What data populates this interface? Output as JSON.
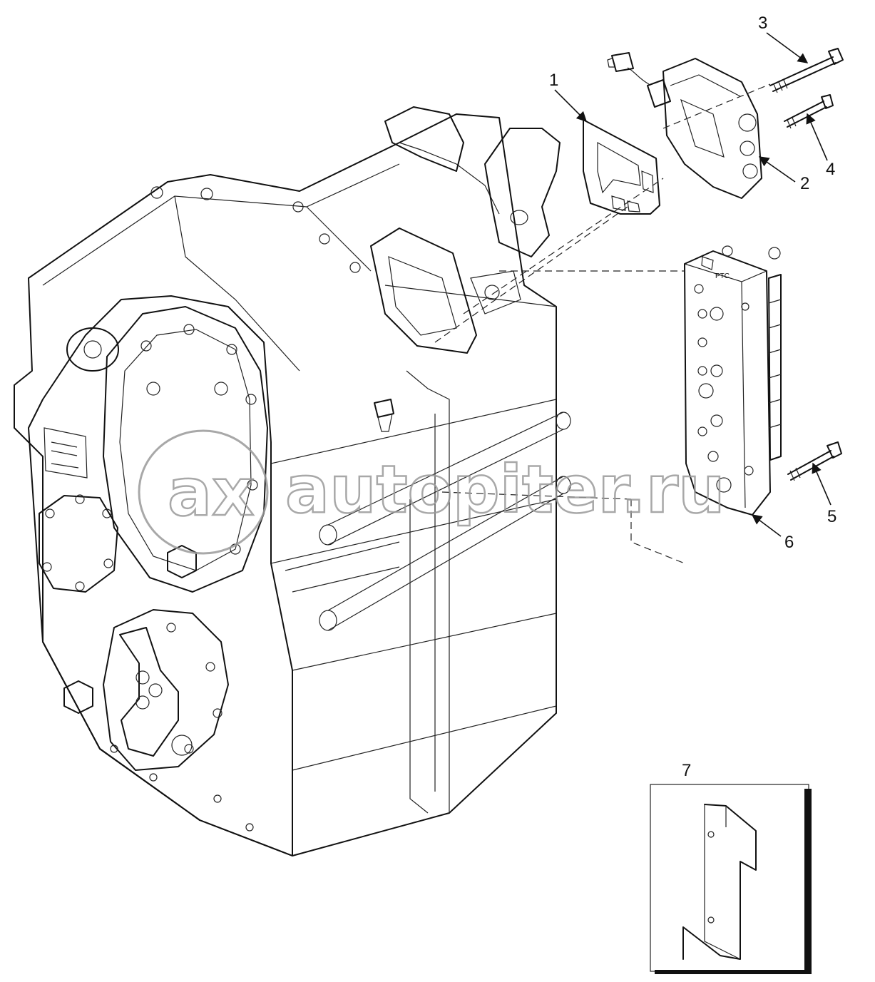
{
  "callouts": [
    {
      "id": "1",
      "label": "1"
    },
    {
      "id": "2",
      "label": "2"
    },
    {
      "id": "3",
      "label": "3"
    },
    {
      "id": "4",
      "label": "4"
    },
    {
      "id": "5",
      "label": "5"
    },
    {
      "id": "6",
      "label": "6"
    },
    {
      "id": "7",
      "label": "7"
    }
  ],
  "valve_label": "PTC",
  "watermark": "autopiter.ru",
  "colors": {
    "line": "#111111",
    "background": "#ffffff",
    "watermark": "#9a9a9a"
  }
}
